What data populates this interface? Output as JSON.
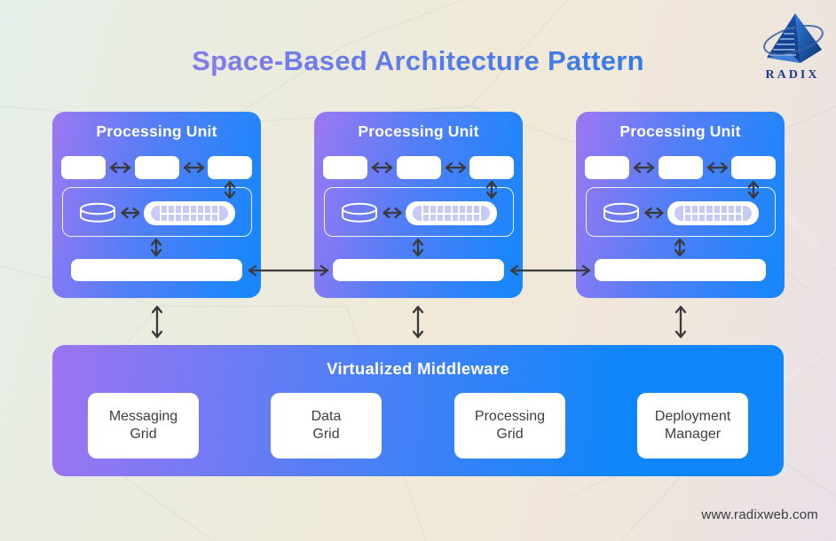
{
  "page": {
    "title": "Space-Based Architecture Pattern"
  },
  "logo": {
    "brand": "RADIX"
  },
  "units": [
    {
      "title": "Processing Unit"
    },
    {
      "title": "Processing Unit"
    },
    {
      "title": "Processing Unit"
    }
  ],
  "middleware": {
    "title": "Virtualized Middleware",
    "cards": [
      {
        "label": "Messaging\nGrid"
      },
      {
        "label": "Data\nGrid"
      },
      {
        "label": "Processing\nGrid"
      },
      {
        "label": "Deployment\nManager"
      }
    ]
  },
  "footer": {
    "website": "www.radixweb.com"
  },
  "colors": {
    "unit_gradient_start": "#9c78f2",
    "unit_gradient_end": "#1b86fb",
    "middleware_gradient_start": "#9d74f2",
    "middleware_gradient_end": "#0f86fb",
    "title_gradient_start": "#8d7bee",
    "title_gradient_end": "#2a7ce2",
    "arrow": "#3a3a3a",
    "memory_cell": "#c6caf4",
    "card_text": "#3d3d44",
    "logo_navy": "#1d3c8c"
  },
  "icons": {
    "database-icon": "cylinder-outline",
    "memory-grid-icon": "ram-grid-pill",
    "pyramid-logo-icon": "radix-pyramid-with-orbit",
    "double-arrow": "double-headed-connector"
  }
}
